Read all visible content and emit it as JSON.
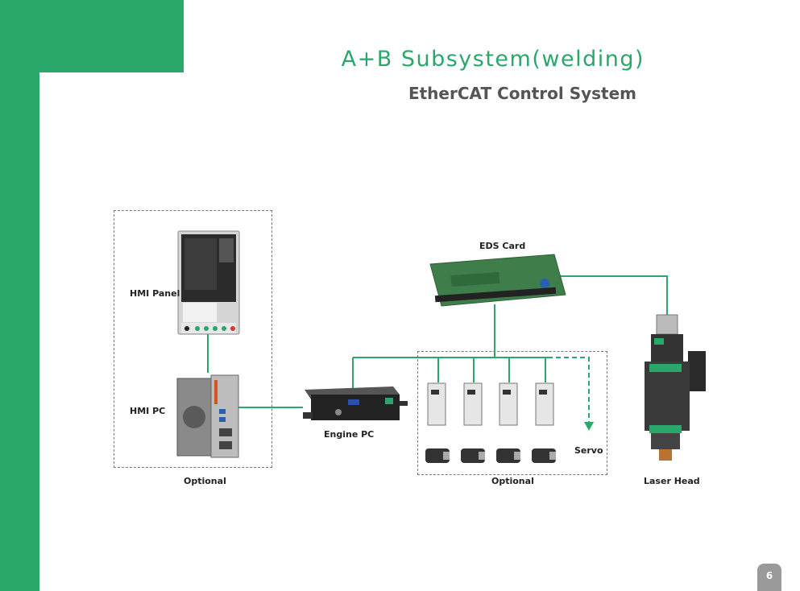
{
  "slide": {
    "title": "A+B Subsystem(welding)",
    "subtitle": "EtherCAT Control System",
    "page_number": "6"
  },
  "colors": {
    "accent": "#2aa76a",
    "line": "#2aa76a",
    "dashed": "#777777"
  },
  "components": {
    "hmi_panel": "HMI Panel",
    "hmi_pc": "HMI PC",
    "engine_pc": "Engine PC",
    "eds_card": "EDS Card",
    "servo": "Servo",
    "laser_head": "Laser Head"
  },
  "groups": {
    "left_optional": "Optional",
    "servo_optional": "Optional"
  }
}
